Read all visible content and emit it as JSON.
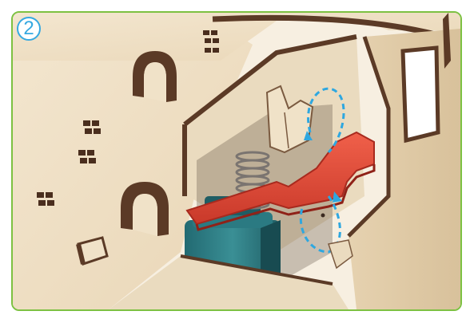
{
  "step": {
    "number": "2"
  },
  "colors": {
    "frame_border": "#7dc142",
    "badge": "#36a9e1",
    "wood_light": "#efe0c6",
    "wood_edge": "#5b3a26",
    "lever_red": "#e8503a",
    "motor_teal": "#2f7f86",
    "arrow_blue": "#2ea7e0"
  },
  "icons": {
    "step_badge": "numbered-circle",
    "rotation_arrow": "dashed-curved-arrow"
  }
}
